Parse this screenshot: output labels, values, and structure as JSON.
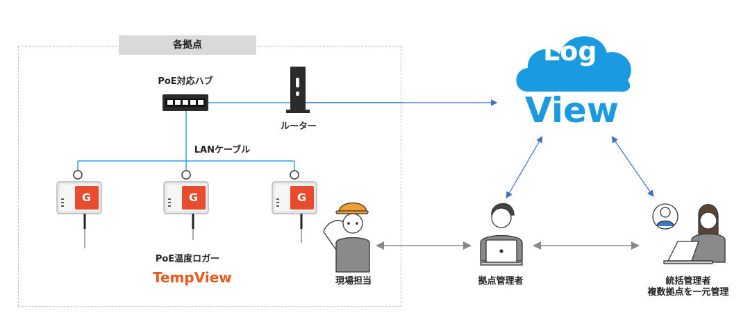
{
  "site": {
    "title": "各拠点"
  },
  "network": {
    "hub_label": "PoE対応ハブ",
    "router_label": "ルーター",
    "cable_label": "LANケーブル"
  },
  "loggers": {
    "label": "PoE温度ロガー",
    "brand": "TempView",
    "device_badge": "G"
  },
  "cloud": {
    "line1": "Log",
    "line2": "View",
    "cloud_color": "#1a9ae0",
    "text_color_top": "#ffffff",
    "text_color_bottom": "#1a9ae0"
  },
  "people": {
    "field": "現場担当",
    "site_manager": "拠点管理者",
    "general_manager_line1": "統括管理者",
    "general_manager_line2": "複数拠点を一元管理"
  },
  "colors": {
    "cable": "#2fa0e0",
    "link_arrow": "#3f6fc0",
    "person_arrow": "#888888"
  }
}
